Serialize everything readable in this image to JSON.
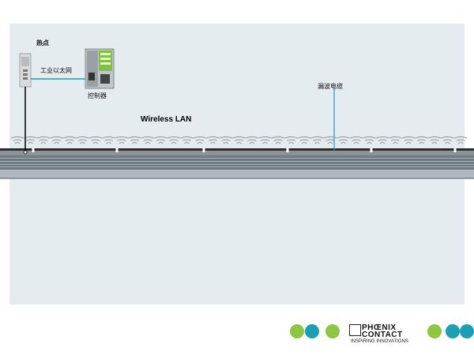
{
  "diagram": {
    "hotspot_label": "热点",
    "ethernet_label": "工业以太网",
    "controller_label": "控制器",
    "leaky_cable_label": "漏波电缆",
    "wireless_label": "Wireless LAN"
  },
  "brand": {
    "line1": "PHŒNIX",
    "line2": "CONTACT",
    "tagline": "INSPIRING INNOVATIONS",
    "circle_colors": [
      "#8dc63f",
      "#1a9fb5",
      "#8dc63f",
      "#8dc63f",
      "#1a9fb5",
      "#1a9fb5"
    ]
  },
  "colors": {
    "background_panel": "#e4ecf0",
    "cable": "#1a9fb5",
    "rail": "#2b2b2b"
  }
}
